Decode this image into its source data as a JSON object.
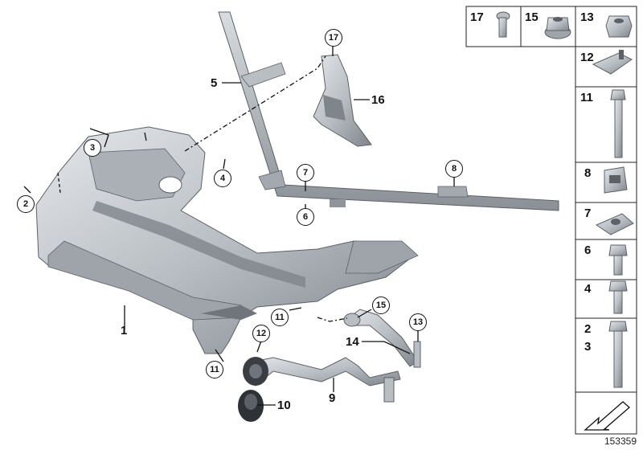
{
  "callouts": {
    "c1": "1",
    "c5": "5",
    "c9": "9",
    "c10": "10",
    "c14": "14",
    "c16": "16"
  },
  "circled": {
    "c2": "2",
    "c3": "3",
    "c4": "4",
    "c6": "6",
    "c7": "7",
    "c8": "8",
    "c11a": "11",
    "c11b": "11",
    "c12": "12",
    "c13": "13",
    "c15": "15",
    "c17": "17"
  },
  "legend": {
    "top_row": [
      {
        "num": "17",
        "icon": "torx-bolt-icon"
      },
      {
        "num": "15",
        "icon": "flange-nut-icon"
      },
      {
        "num": "13",
        "icon": "hex-nut-icon"
      }
    ],
    "column": [
      {
        "num": "12",
        "icon": "clip-nut-icon"
      },
      {
        "num": "11",
        "icon": "long-hex-bolt-icon"
      },
      {
        "num": "8",
        "icon": "spring-nut-icon"
      },
      {
        "num": "7",
        "icon": "cage-nut-icon"
      },
      {
        "num": "6",
        "icon": "short-hex-bolt-icon"
      },
      {
        "num": "4",
        "icon": "hex-bolt-icon"
      },
      {
        "num": "2",
        "icon": "long-bolt-icon",
        "num2": "3"
      }
    ],
    "arrow_icon": "direction-arrow-icon"
  },
  "document_number": "153359",
  "colors": {
    "part_fill": "#c9cdd1",
    "part_dark": "#6f757b",
    "line": "#111111"
  }
}
